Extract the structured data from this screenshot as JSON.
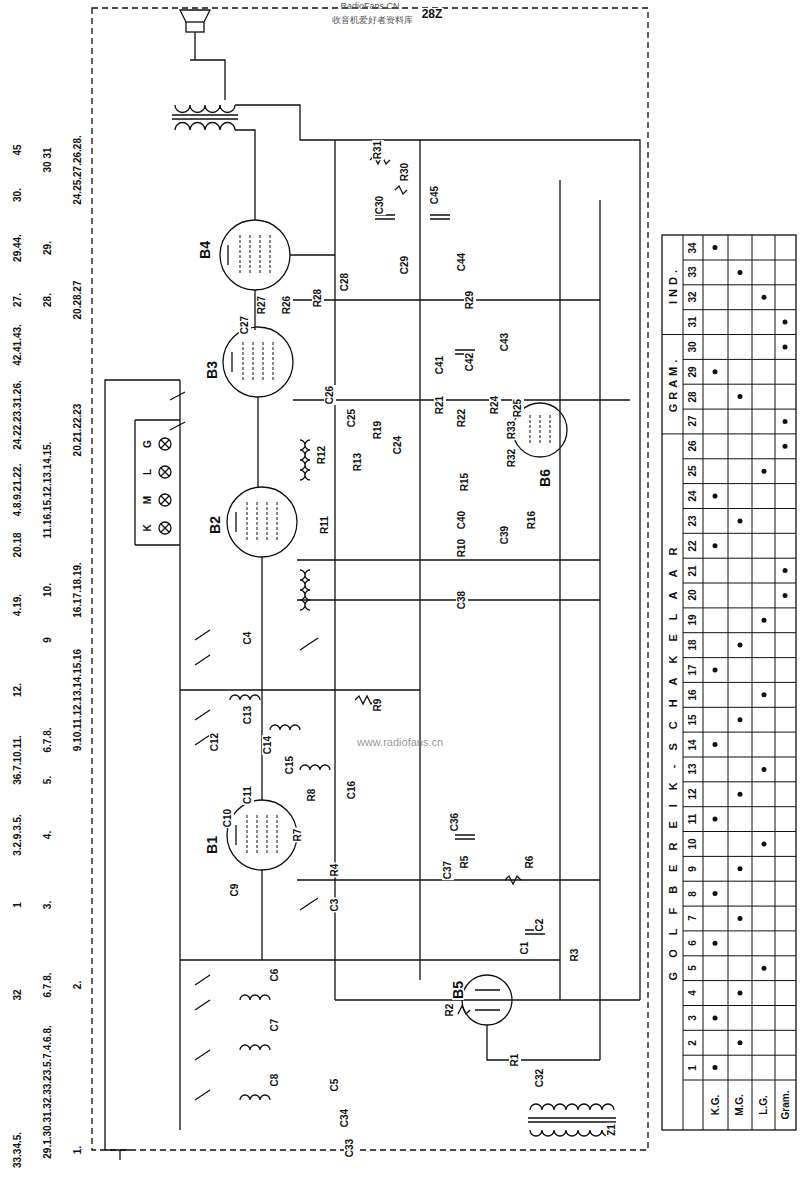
{
  "diagram": {
    "labels": [
      "28Z",
      "RadioFans.CN",
      "收音机爱好者资料库",
      "www.radiofans.cn",
      "33.34.5.",
      "29.1.30.31.32.33.23.5.7.4.6.8.",
      "1.",
      "32",
      "6.7.8.",
      "2.",
      "1",
      "3.",
      "3.2.9.3.5.",
      "4.",
      "5.",
      "36.7.10.11.",
      "6.7.8.",
      "12.",
      "9.10.11.12.13.14.15.16",
      "9",
      "4.19.",
      "16.17.18.19.",
      "20.18",
      "10.",
      "4.8.9.21.22.",
      "11.16.15.12.13.14.15.",
      "20.21.22.23",
      "24.22.23.31.26.",
      "42.41.43.",
      "27.",
      "28.",
      "20.28.27",
      "29.44.",
      "29.",
      "30.",
      "45",
      "30 31",
      "24.25.27.26.28.",
      "K",
      "M",
      "L",
      "G",
      "B4",
      "B3",
      "B2",
      "B1",
      "B5",
      "B6",
      "R31",
      "R30",
      "C30",
      "C45",
      "C29",
      "C44",
      "R29",
      "R27",
      "R26",
      "R28",
      "C28",
      "C27",
      "C26",
      "C41",
      "C42",
      "C43",
      "R21",
      "R22",
      "R24",
      "R25",
      "C25",
      "R19",
      "R12",
      "R13",
      "C24",
      "R33",
      "R32",
      "R15",
      "R11",
      "C40",
      "R10",
      "C39",
      "R16",
      "C38",
      "C4",
      "R9",
      "C13",
      "C14",
      "C15",
      "C16",
      "C12",
      "C10",
      "C11",
      "R8",
      "R7",
      "C36",
      "C37",
      "R6",
      "R5",
      "C2",
      "C1",
      "R3",
      "R4",
      "C9",
      "C3",
      "C6",
      "C7",
      "C8",
      "R2",
      "R1",
      "C32",
      "C5",
      "C34",
      "C33",
      "Z1",
      "GOLFBEREIK-SCHAKELAAR",
      "GRAM.",
      "IND.",
      "1",
      "2",
      "3",
      "4",
      "5",
      "6",
      "7",
      "8",
      "9",
      "10",
      "11",
      "12",
      "13",
      "14",
      "15",
      "16",
      "17",
      "18",
      "19",
      "20",
      "21",
      "22",
      "23",
      "24",
      "25",
      "26",
      "27",
      "28",
      "29",
      "30",
      "31",
      "32",
      "33",
      "34",
      "K.G.",
      "M.G.",
      "L.G.",
      "Gram."
    ]
  }
}
